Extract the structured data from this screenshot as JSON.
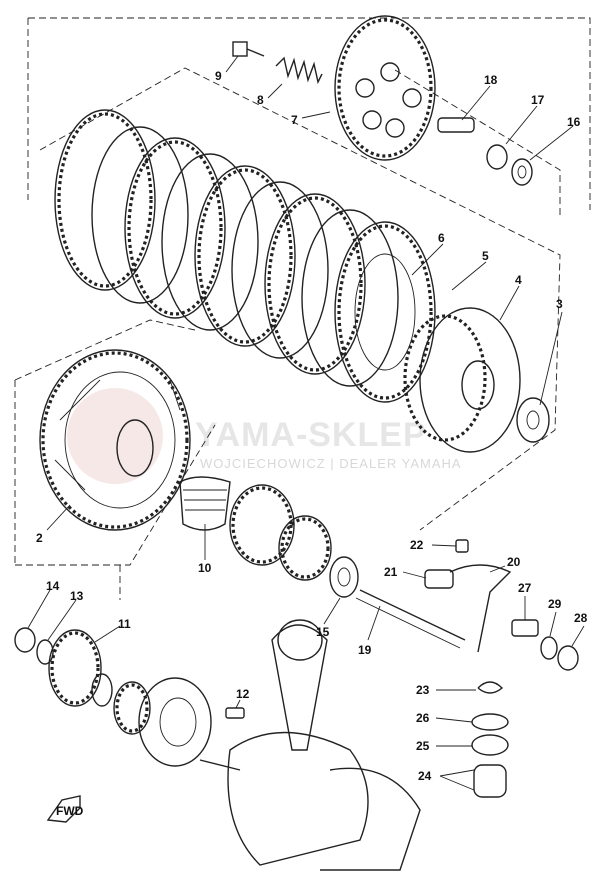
{
  "watermark": {
    "brand": "YAMA-SKLEP",
    "subtitle": "WOJCIECHOWICZ | DEALER YAMAHA",
    "color": "#e0e0e0"
  },
  "callouts": [
    "2",
    "3",
    "4",
    "5",
    "6",
    "7",
    "8",
    "9",
    "10",
    "11",
    "12",
    "13",
    "14",
    "15",
    "16",
    "17",
    "18",
    "19",
    "20",
    "21",
    "22",
    "23",
    "24",
    "25",
    "26",
    "27",
    "28",
    "29"
  ],
  "front_marker": "FWD"
}
